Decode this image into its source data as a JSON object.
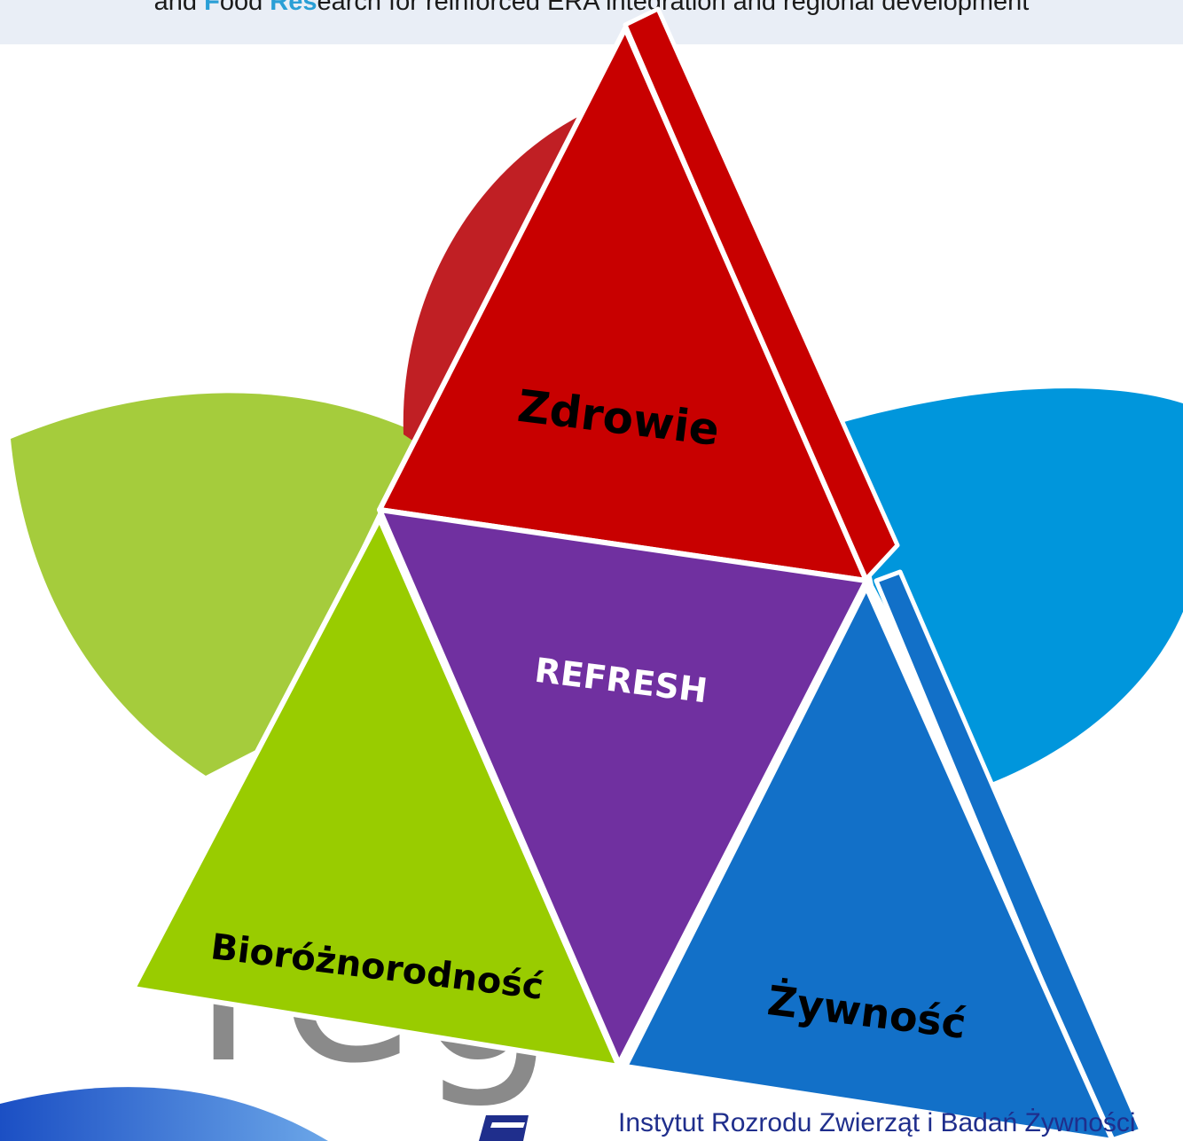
{
  "header": {
    "segments": [
      {
        "text": "and ",
        "highlight": false
      },
      {
        "text": "F",
        "highlight": true
      },
      {
        "text": "ood ",
        "highlight": false
      },
      {
        "text": "Res",
        "highlight": true
      },
      {
        "text": "earch",
        "highlight": false
      },
      {
        "text": " for reinforced ERA integration and regional development",
        "highlight": false
      }
    ]
  },
  "diagram": {
    "top_label": "Zdrowie",
    "center_label": "REFRESH",
    "left_label": "Bioróżnorodność",
    "right_label": "Żywność",
    "background_letters": "reg"
  },
  "footer": {
    "institute": "Instytut Rozrodu Zwierząt i Badań Żywności"
  },
  "colors": {
    "red": "#c80000",
    "dark_red": "#c01f24",
    "purple": "#7030a0",
    "lime": "#99cc00",
    "light_green": "#a5cc3c",
    "blue": "#1270c8",
    "cyan": "#0096dc",
    "logo_blue": "#1f2e8c"
  }
}
